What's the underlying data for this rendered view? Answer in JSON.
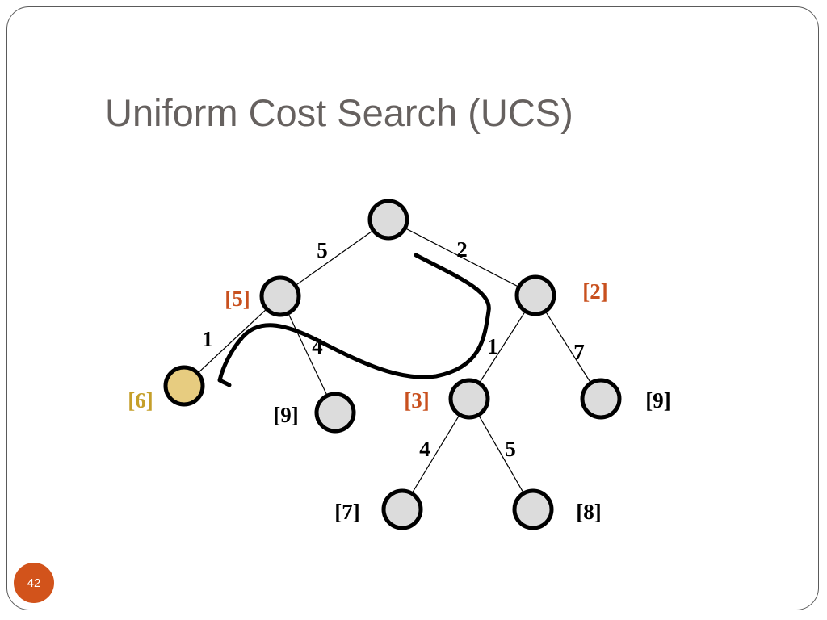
{
  "slide": {
    "title": "Uniform Cost Search (UCS)",
    "number": "42"
  },
  "colors": {
    "node_fill": "#dcdcdc",
    "node_stroke": "#000000",
    "goal_fill": "#e7cc80",
    "frontier_label": "#c8501e",
    "goal_label": "#c59f2a",
    "text": "#000000"
  },
  "edge_costs": {
    "root_left": "5",
    "root_right": "2",
    "left_a": "1",
    "left_b": "4",
    "right_a": "1",
    "right_b": "7",
    "mid_a": "4",
    "mid_b": "5"
  },
  "path_costs": {
    "left": "[5]",
    "right": "[2]",
    "goal": "[6]",
    "left_child": "[9]",
    "mid": "[3]",
    "right_child": "[9]",
    "mid_left": "[7]",
    "mid_right": "[8]"
  }
}
